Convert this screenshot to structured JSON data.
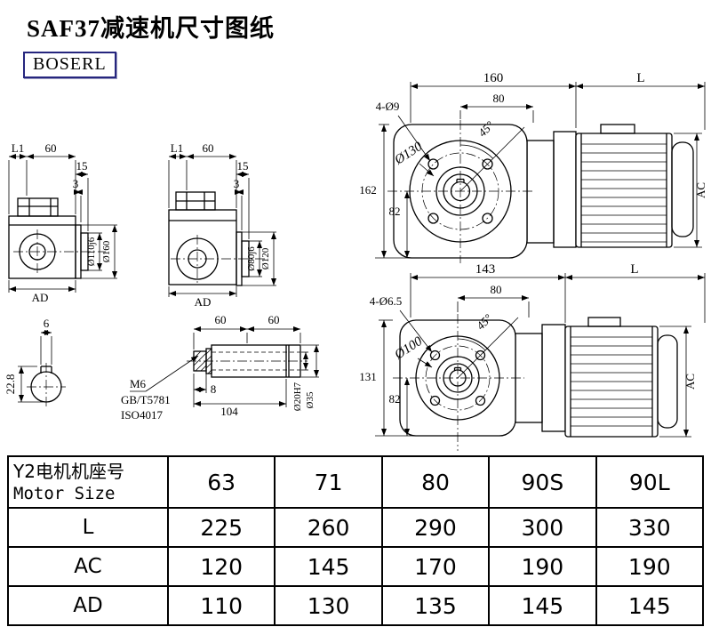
{
  "page": {
    "title": "SAF37减速机尺寸图纸",
    "brand": "BOSERL"
  },
  "views": {
    "sideA": {
      "l1": "L1",
      "len60": "60",
      "len15": "15",
      "len3": "3",
      "spigot": "Ø110j6",
      "flange": "Ø160",
      "ad": "AD"
    },
    "sideB": {
      "l1": "L1",
      "len60": "60",
      "len15": "15",
      "len3": "3",
      "spigot": "Ø80j6",
      "flange": "Ø120",
      "ad": "AD"
    },
    "keyway": {
      "width": "6",
      "height": "22.8"
    },
    "shaft": {
      "seg1": "60",
      "seg2": "60",
      "thread": "M6",
      "std1": "GB/T5781",
      "std2": "ISO4017",
      "head": "8",
      "length": "104",
      "bore": "Ø20H7",
      "od": "Ø35"
    },
    "frontTop": {
      "width": "160",
      "motor_len": "L",
      "holes": "4-Ø9",
      "half": "80",
      "angle": "45°",
      "dia": "Ø130",
      "height": "162",
      "half_h": "82",
      "ac": "AC"
    },
    "frontBottom": {
      "width": "143",
      "motor_len": "L",
      "holes": "4-Ø6.5",
      "half": "80",
      "angle": "45°",
      "dia": "Ø100",
      "height": "131",
      "half_h": "82",
      "ac": "AC"
    }
  },
  "table": {
    "row_header": {
      "line1": "Y2电机机座号",
      "line2": "Motor Size"
    },
    "columns": [
      "63",
      "71",
      "80",
      "90S",
      "90L"
    ],
    "rows": [
      {
        "label": "L",
        "values": [
          "225",
          "260",
          "290",
          "300",
          "330"
        ]
      },
      {
        "label": "AC",
        "values": [
          "120",
          "145",
          "170",
          "190",
          "190"
        ]
      },
      {
        "label": "AD",
        "values": [
          "110",
          "130",
          "135",
          "145",
          "145"
        ]
      }
    ]
  }
}
